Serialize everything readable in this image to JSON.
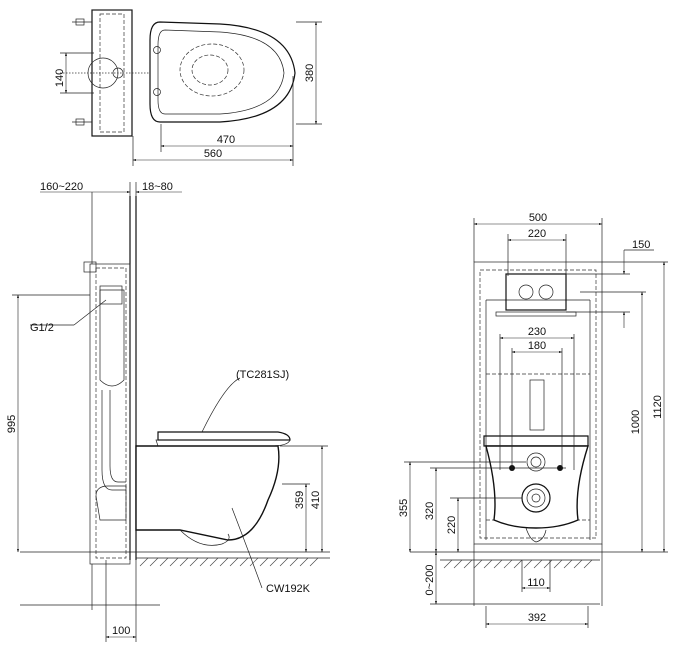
{
  "top_view": {
    "dim_140": "140",
    "dim_380": "380",
    "dim_470": "470",
    "dim_560": "560"
  },
  "side_view": {
    "dim_160_220": "160~220",
    "dim_18_80": "18~80",
    "label_g12": "G1/2",
    "label_seat": "(TC281SJ)",
    "label_bowl": "CW192K",
    "dim_995": "995",
    "dim_359": "359",
    "dim_410": "410",
    "dim_100": "100"
  },
  "front_view": {
    "dim_500": "500",
    "dim_220": "220",
    "dim_150": "150",
    "dim_230": "230",
    "dim_180": "180",
    "dim_1000": "1000",
    "dim_1120": "1120",
    "dim_355": "355",
    "dim_320": "320",
    "dim_220_low": "220",
    "dim_0_200": "0~200",
    "dim_110": "110",
    "dim_392": "392"
  }
}
